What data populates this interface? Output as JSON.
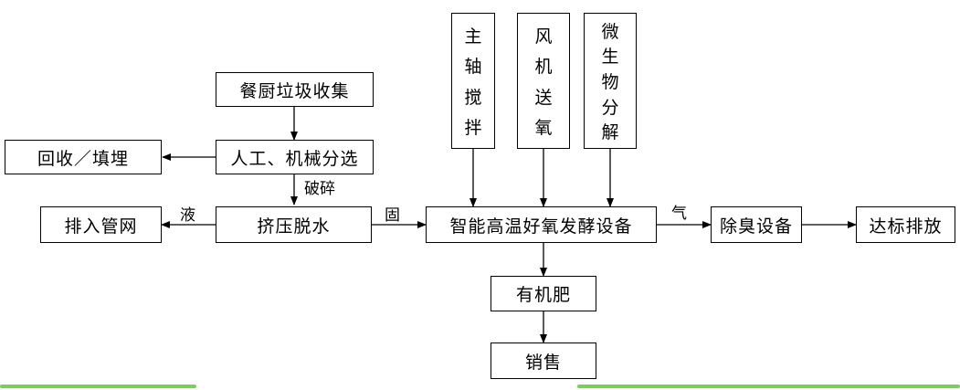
{
  "nodes": {
    "collect": "餐厨垃圾收集",
    "recycle": "回收／填埋",
    "sort": "人工、机械分选",
    "sewer": "排入管网",
    "dewater": "挤压脱水",
    "ferment": "智能高温好氧发酵设备",
    "deodor": "除臭设备",
    "discharge": "达标排放",
    "fertilizer": "有机肥",
    "sale": "销售",
    "spindle": "主轴搅拌",
    "fan": "风机送氧",
    "microbe": "微生物分解"
  },
  "labels": {
    "crush": "破碎",
    "liquid": "液",
    "solid": "固",
    "gas": "气"
  },
  "colors": {
    "line": "#000000",
    "deco_green": "#6abf4b"
  }
}
